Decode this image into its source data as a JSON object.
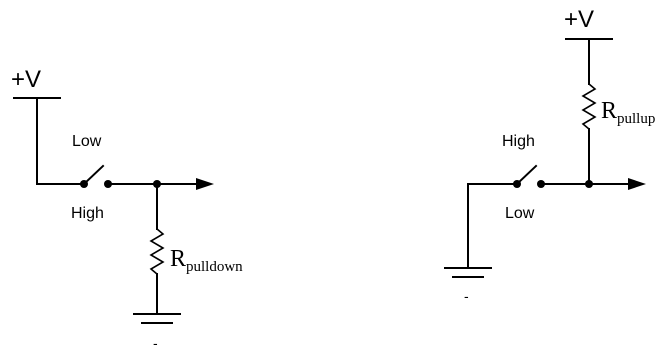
{
  "circuits": {
    "pulldown": {
      "supply_label": "+V",
      "switch_upper_label": "Low",
      "switch_lower_label": "High",
      "resistor_letter": "R",
      "resistor_subscript": "pulldown",
      "ground_mark": "-"
    },
    "pullup": {
      "supply_label": "+V",
      "switch_upper_label": "High",
      "switch_lower_label": "Low",
      "resistor_letter": "R",
      "resistor_subscript": "pullup",
      "ground_mark": "-"
    }
  },
  "colors": {
    "stroke": "#000000",
    "background": "#ffffff"
  }
}
